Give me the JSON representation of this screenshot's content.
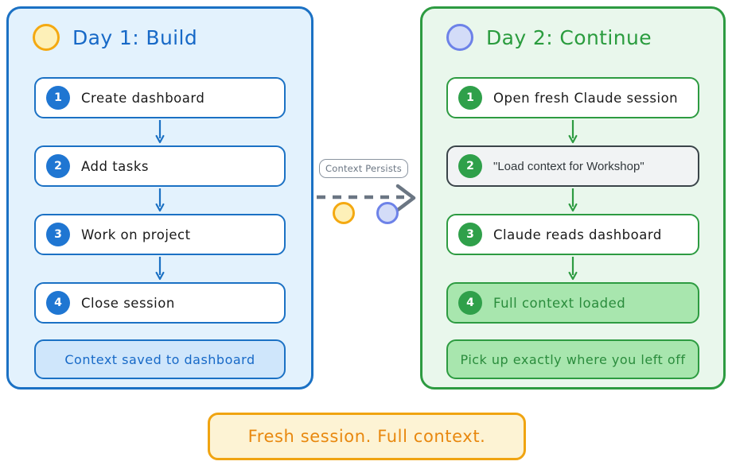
{
  "diagram": {
    "left_panel": {
      "icon": "yellow-circle-icon",
      "title": "Day 1: Build",
      "accent_color": "#1b71c4",
      "background_color": "#e3f2fd",
      "steps": [
        {
          "number": "1",
          "label": "Create dashboard",
          "style": "outline-blue"
        },
        {
          "number": "2",
          "label": "Add tasks",
          "style": "outline-blue"
        },
        {
          "number": "3",
          "label": "Work on project",
          "style": "outline-blue"
        },
        {
          "number": "4",
          "label": "Close session",
          "style": "outline-blue"
        }
      ],
      "footer": "Context saved to dashboard"
    },
    "right_panel": {
      "icon": "blue-circle-icon",
      "title": "Day 2: Continue",
      "accent_color": "#2d9b41",
      "background_color": "#e9f7ec",
      "steps": [
        {
          "number": "1",
          "label": "Open fresh Claude session",
          "style": "outline-green"
        },
        {
          "number": "2",
          "label": "\"Load context for Workshop\"",
          "style": "terminal-gray"
        },
        {
          "number": "3",
          "label": "Claude reads dashboard",
          "style": "outline-green"
        },
        {
          "number": "4",
          "label": "Full context loaded",
          "style": "filled-green"
        }
      ],
      "footer": "Pick up exactly where you left off"
    },
    "connector": {
      "label": "Context Persists",
      "arrow": "dashed-right-arrow",
      "dots": [
        "yellow-dot",
        "blue-dot"
      ]
    },
    "banner": {
      "text": "Fresh session. Full context.",
      "color": "#e8880f",
      "background_color": "#fdf3d4"
    }
  }
}
